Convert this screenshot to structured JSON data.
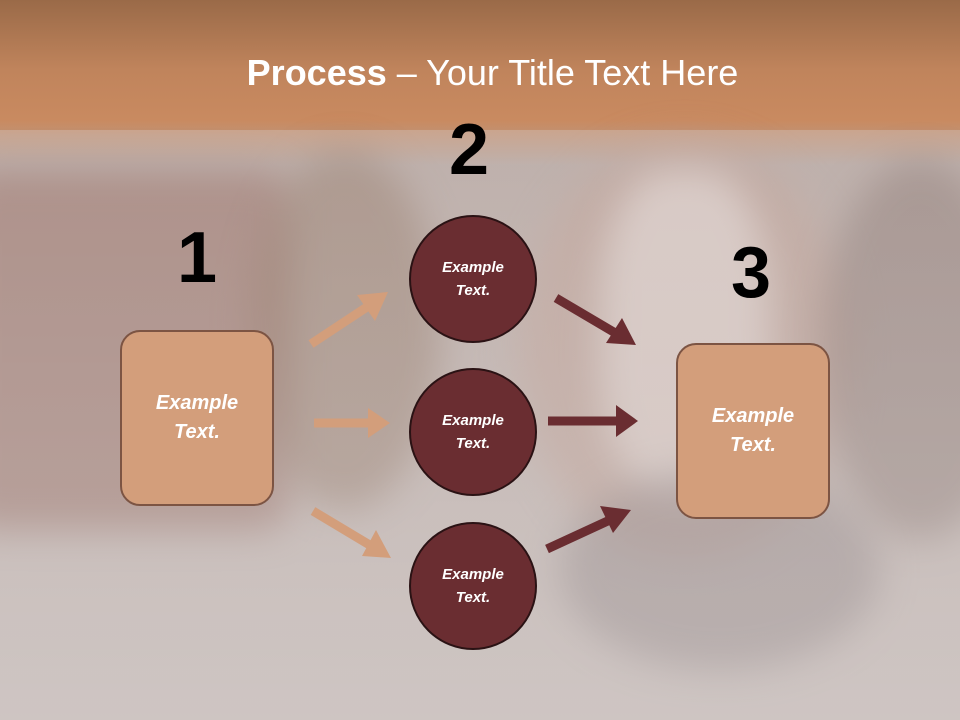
{
  "title": {
    "bold": "Process",
    "rest": " – Your Title Text Here"
  },
  "steps": {
    "one": "1",
    "two": "2",
    "three": "3"
  },
  "boxes": {
    "left": "Example Text.",
    "right": "Example Text."
  },
  "circles": {
    "top": "Example Text.",
    "middle": "Example Text.",
    "bottom": "Example Text."
  },
  "colors": {
    "box_fill": "#d39e7b",
    "circle_fill": "#6a2d31",
    "arrow_light": "#d39e7b",
    "arrow_dark": "#6a2d31",
    "header": "#c0845c"
  }
}
